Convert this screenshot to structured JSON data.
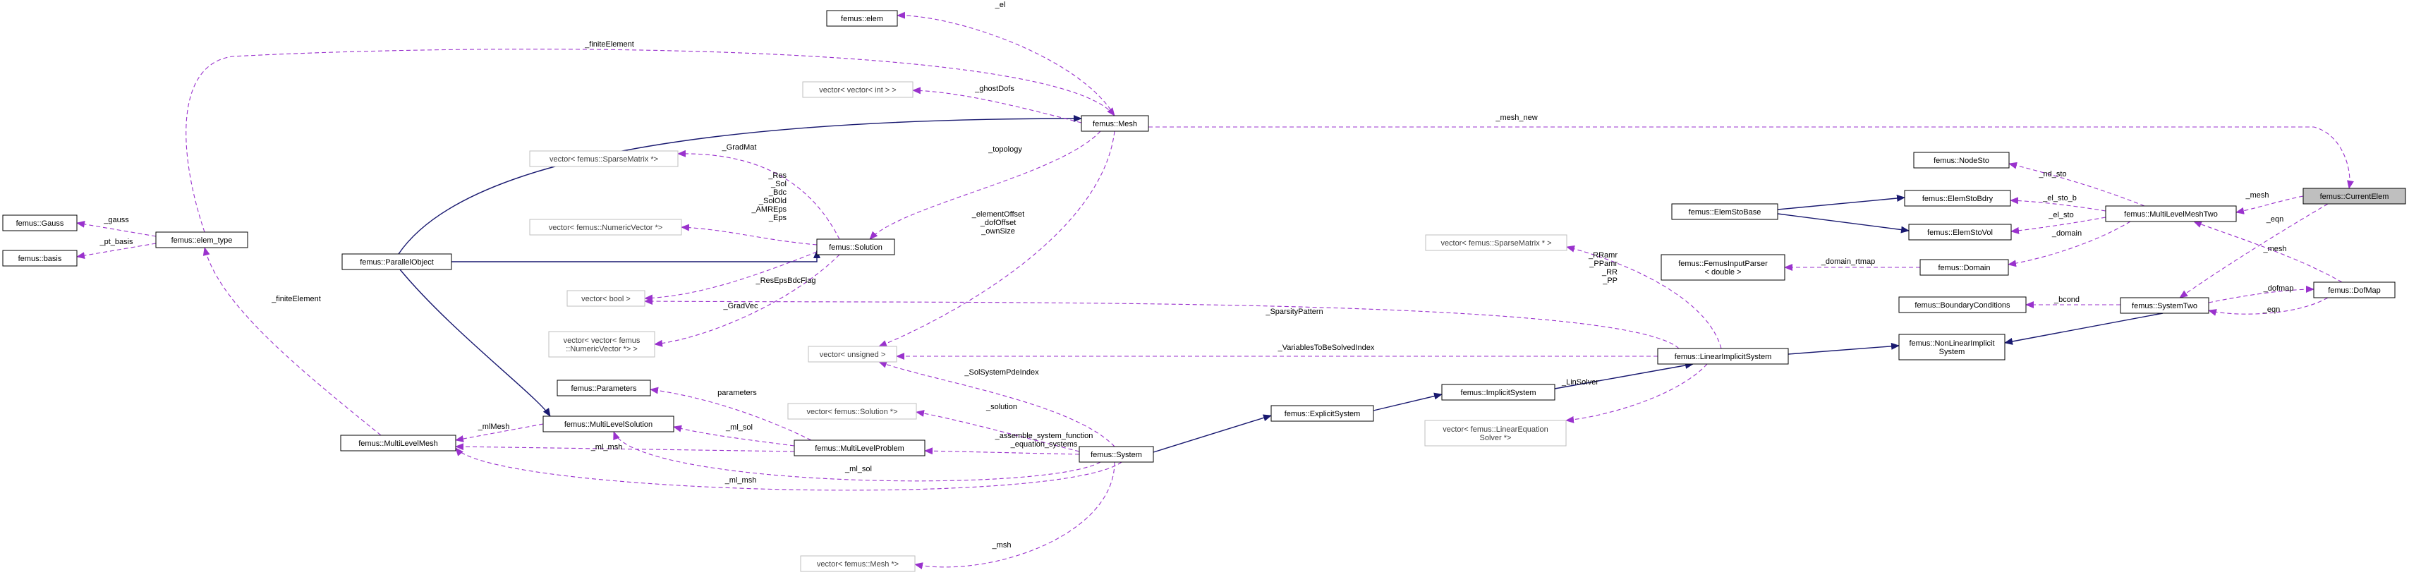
{
  "diagram": {
    "colors": {
      "node_fill": "#ffffff",
      "node_stroke": "#000000",
      "ghost_stroke": "#bfbfbf",
      "ghost_text": "#404040",
      "focus_fill": "#bfbfbf",
      "inherit_edge": "#191970",
      "usage_edge": "#9a32cd",
      "edge_label": "#000000"
    },
    "nodes": [
      {
        "id": "gauss",
        "label": "femus::Gauss"
      },
      {
        "id": "basis",
        "label": "femus::basis"
      },
      {
        "id": "elem_type",
        "label": "femus::elem_type"
      },
      {
        "id": "elem",
        "label": "femus::elem"
      },
      {
        "id": "vvint",
        "label": "vector< vector< int > >"
      },
      {
        "id": "mesh",
        "label": "femus::Mesh"
      },
      {
        "id": "vsparse",
        "label": "vector< femus::SparseMatrix *>"
      },
      {
        "id": "vnumeric",
        "label": "vector< femus::NumericVector *>"
      },
      {
        "id": "parallel",
        "label": "femus::ParallelObject"
      },
      {
        "id": "solution",
        "label": "femus::Solution"
      },
      {
        "id": "vbool",
        "label": "vector< bool >"
      },
      {
        "id": "vvnumeric",
        "label": "vector< vector< femus\n::NumericVector *> >"
      },
      {
        "id": "vunsigned",
        "label": "vector< unsigned >"
      },
      {
        "id": "parameters",
        "label": "femus::Parameters"
      },
      {
        "id": "mlsolution",
        "label": "femus::MultiLevelSolution"
      },
      {
        "id": "mlmesh",
        "label": "femus::MultiLevelMesh"
      },
      {
        "id": "vsolution",
        "label": "vector< femus::Solution *>"
      },
      {
        "id": "mlproblem",
        "label": "femus::MultiLevelProblem"
      },
      {
        "id": "system",
        "label": "femus::System"
      },
      {
        "id": "vmesh",
        "label": "vector< femus::Mesh *>"
      },
      {
        "id": "explicit",
        "label": "femus::ExplicitSystem"
      },
      {
        "id": "implicit",
        "label": "femus::ImplicitSystem"
      },
      {
        "id": "vlinsolver",
        "label": "vector< femus::LinearEquation\nSolver *>"
      },
      {
        "id": "linimplicit",
        "label": "femus::LinearImplicitSystem"
      },
      {
        "id": "vsparse2",
        "label": "vector< femus::SparseMatrix * >"
      },
      {
        "id": "inputparser",
        "label": "femus::FemusInputParser\n< double >"
      },
      {
        "id": "elemstobase",
        "label": "femus::ElemStoBase"
      },
      {
        "id": "nodesto",
        "label": "femus::NodeSto"
      },
      {
        "id": "elemstobdry",
        "label": "femus::ElemStoBdry"
      },
      {
        "id": "elemstovol",
        "label": "femus::ElemStoVol"
      },
      {
        "id": "domain",
        "label": "femus::Domain"
      },
      {
        "id": "mlmeshtwo",
        "label": "femus::MultiLevelMeshTwo"
      },
      {
        "id": "bc",
        "label": "femus::BoundaryConditions"
      },
      {
        "id": "nonlinimplicit",
        "label": "femus::NonLinearImplicit\nSystem"
      },
      {
        "id": "systemtwo",
        "label": "femus::SystemTwo"
      },
      {
        "id": "dofmap",
        "label": "femus::DofMap"
      },
      {
        "id": "currentelem",
        "label": "femus::CurrentElem"
      }
    ],
    "edge_labels": [
      {
        "id": "el",
        "text": "_el"
      },
      {
        "id": "finiteElement_top",
        "text": "_finiteElement"
      },
      {
        "id": "ghostDofs",
        "text": "_ghostDofs"
      },
      {
        "id": "mesh_new",
        "text": "_mesh_new"
      },
      {
        "id": "GradMat",
        "text": "_GradMat"
      },
      {
        "id": "topology",
        "text": "_topology"
      },
      {
        "id": "res_group",
        "text": "_Res\n_Sol\n_Bdc\n_SolOld\n_AMREps\n_Eps"
      },
      {
        "id": "gauss",
        "text": "_gauss"
      },
      {
        "id": "pt_basis",
        "text": "_pt_basis"
      },
      {
        "id": "offsets",
        "text": "_elementOffset\n_dofOffset\n_ownSize"
      },
      {
        "id": "ResEpsBdcFlag",
        "text": "_ResEpsBdcFlag"
      },
      {
        "id": "GradVec",
        "text": "_GradVec"
      },
      {
        "id": "SparsityPattern",
        "text": "_SparsityPattern"
      },
      {
        "id": "VariablesToBeSolvedIndex",
        "text": "_VariablesToBeSolvedIndex"
      },
      {
        "id": "SolSystemPdeIndex",
        "text": "_SolSystemPdeIndex"
      },
      {
        "id": "finiteElement_left",
        "text": "_finiteElement"
      },
      {
        "id": "parameters",
        "text": "parameters"
      },
      {
        "id": "solution",
        "text": "_solution"
      },
      {
        "id": "mlMesh",
        "text": "_mlMesh"
      },
      {
        "id": "ml_sol_1",
        "text": "_ml_sol"
      },
      {
        "id": "ml_msh_1",
        "text": "_ml_msh"
      },
      {
        "id": "assemble",
        "text": "_assemble_system_function\n_equation_systems"
      },
      {
        "id": "ml_sol_2",
        "text": "_ml_sol"
      },
      {
        "id": "ml_msh_2",
        "text": "_ml_msh"
      },
      {
        "id": "msh",
        "text": "_msh"
      },
      {
        "id": "LinSolver",
        "text": "_LinSolver"
      },
      {
        "id": "rr_group",
        "text": "_RRamr\n_PPamr\n_RR\n_PP"
      },
      {
        "id": "domain_rtmap",
        "text": "_domain_rtmap"
      },
      {
        "id": "nd_sto",
        "text": "_nd_sto"
      },
      {
        "id": "el_sto_b",
        "text": "_el_sto_b"
      },
      {
        "id": "el_sto",
        "text": "_el_sto"
      },
      {
        "id": "domain",
        "text": "_domain"
      },
      {
        "id": "mesh_ce",
        "text": "_mesh"
      },
      {
        "id": "eqn_ce",
        "text": "_eqn"
      },
      {
        "id": "mesh_dof",
        "text": "_mesh"
      },
      {
        "id": "bcond",
        "text": "_bcond"
      },
      {
        "id": "dofmap",
        "text": "_dofmap"
      },
      {
        "id": "eqn_dof",
        "text": "_eqn"
      }
    ]
  }
}
